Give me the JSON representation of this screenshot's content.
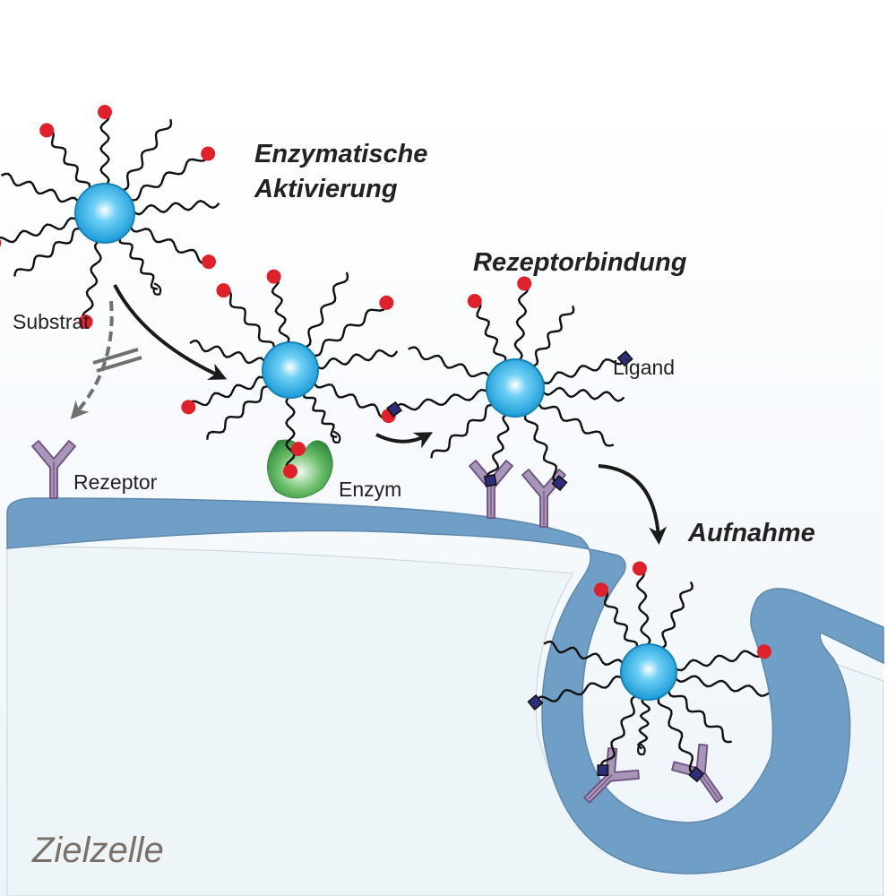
{
  "diagram": {
    "steps": {
      "enzymatic_activation_line1": "Enzymatische",
      "enzymatic_activation_line2": "Aktivierung",
      "receptor_binding": "Rezeptorbindung",
      "uptake": "Aufnahme"
    },
    "labels": {
      "substrate": "Substrat",
      "receptor": "Rezeptor",
      "enzyme": "Enzym",
      "ligand": "Ligand",
      "target_cell": "Zielzelle"
    },
    "colors": {
      "nanoparticle": "#1fa3de",
      "substrate_cap": "#e0202a",
      "ligand": "#2b2f7a",
      "enzyme": "#3f9a45",
      "receptor": "#a796b6",
      "membrane": "#6f9fc6",
      "cell_interior": "#eef5f9",
      "arrow": "#1a1a1a",
      "blocked_arrow": "#707070"
    }
  }
}
